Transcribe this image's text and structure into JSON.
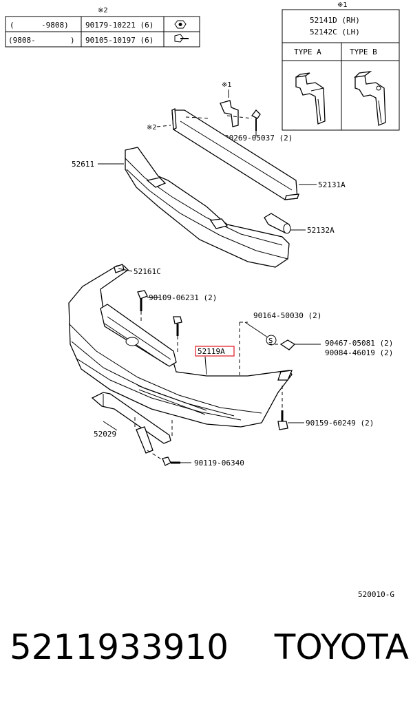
{
  "fastener_table": {
    "note_mark": "※2",
    "rows": [
      {
        "from": "(",
        "to": "-9808)",
        "part": "90179-10221 (6)",
        "icon": "nut-icon"
      },
      {
        "from": "(9808-",
        "to": ")",
        "part": "90105-10197 (6)",
        "icon": "bolt-icon"
      }
    ]
  },
  "bracket_table": {
    "note_mark": "※1",
    "header_lines": [
      "52141D (RH)",
      "52142C (LH)"
    ],
    "types": [
      "TYPE A",
      "TYPE B"
    ]
  },
  "callouts": {
    "mark1": "※1",
    "mark2": "※2",
    "c90269": "90269-05037 (2)",
    "c52611": "52611",
    "c52131A": "52131A",
    "c52132A": "52132A",
    "c52161C": "52161C",
    "c90109": "90109-06231 (2)",
    "c90164": "90164-50030 (2)",
    "c90467": "90467-05081 (2)",
    "c90084": "90084-46019 (2)",
    "c52119A": "52119A",
    "c52029": "52029",
    "c90159": "90159-60249 (2)",
    "c90119": "90119-06340"
  },
  "reference_code": "520010-G",
  "caption": {
    "part_number": "5211933910",
    "brand": "TOYOTA"
  },
  "colors": {
    "highlight": "#e0141e"
  }
}
